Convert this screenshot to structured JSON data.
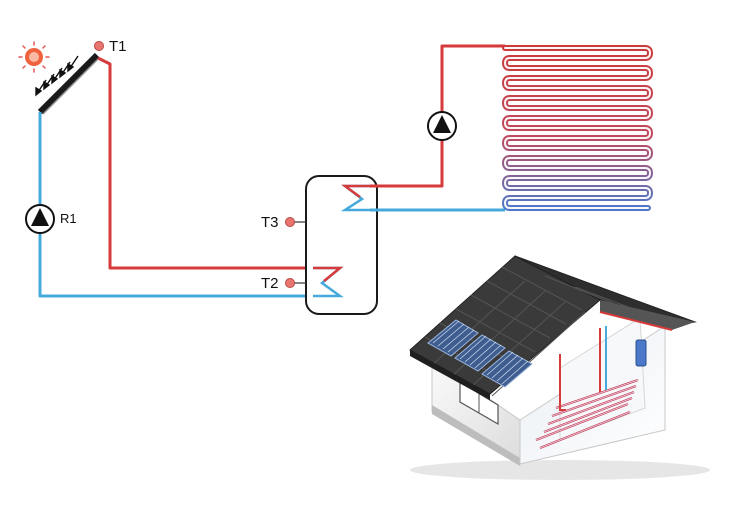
{
  "labels": {
    "t1": "T1",
    "t2": "T2",
    "t3": "T3",
    "r1": "R1"
  },
  "colors": {
    "hot_pipe": "#d63a3a",
    "cold_pipe": "#45a9dc",
    "sensor": "#e8766e",
    "roof": "#3a3a3a",
    "wall": "#f3f3f3"
  },
  "icons": {
    "sun": "sun-icon",
    "collector": "solar-collector-icon",
    "pump": "pump-icon",
    "tank": "storage-tank-icon",
    "floor_heating": "floor-heating-coil-icon",
    "house": "house-illustration"
  }
}
